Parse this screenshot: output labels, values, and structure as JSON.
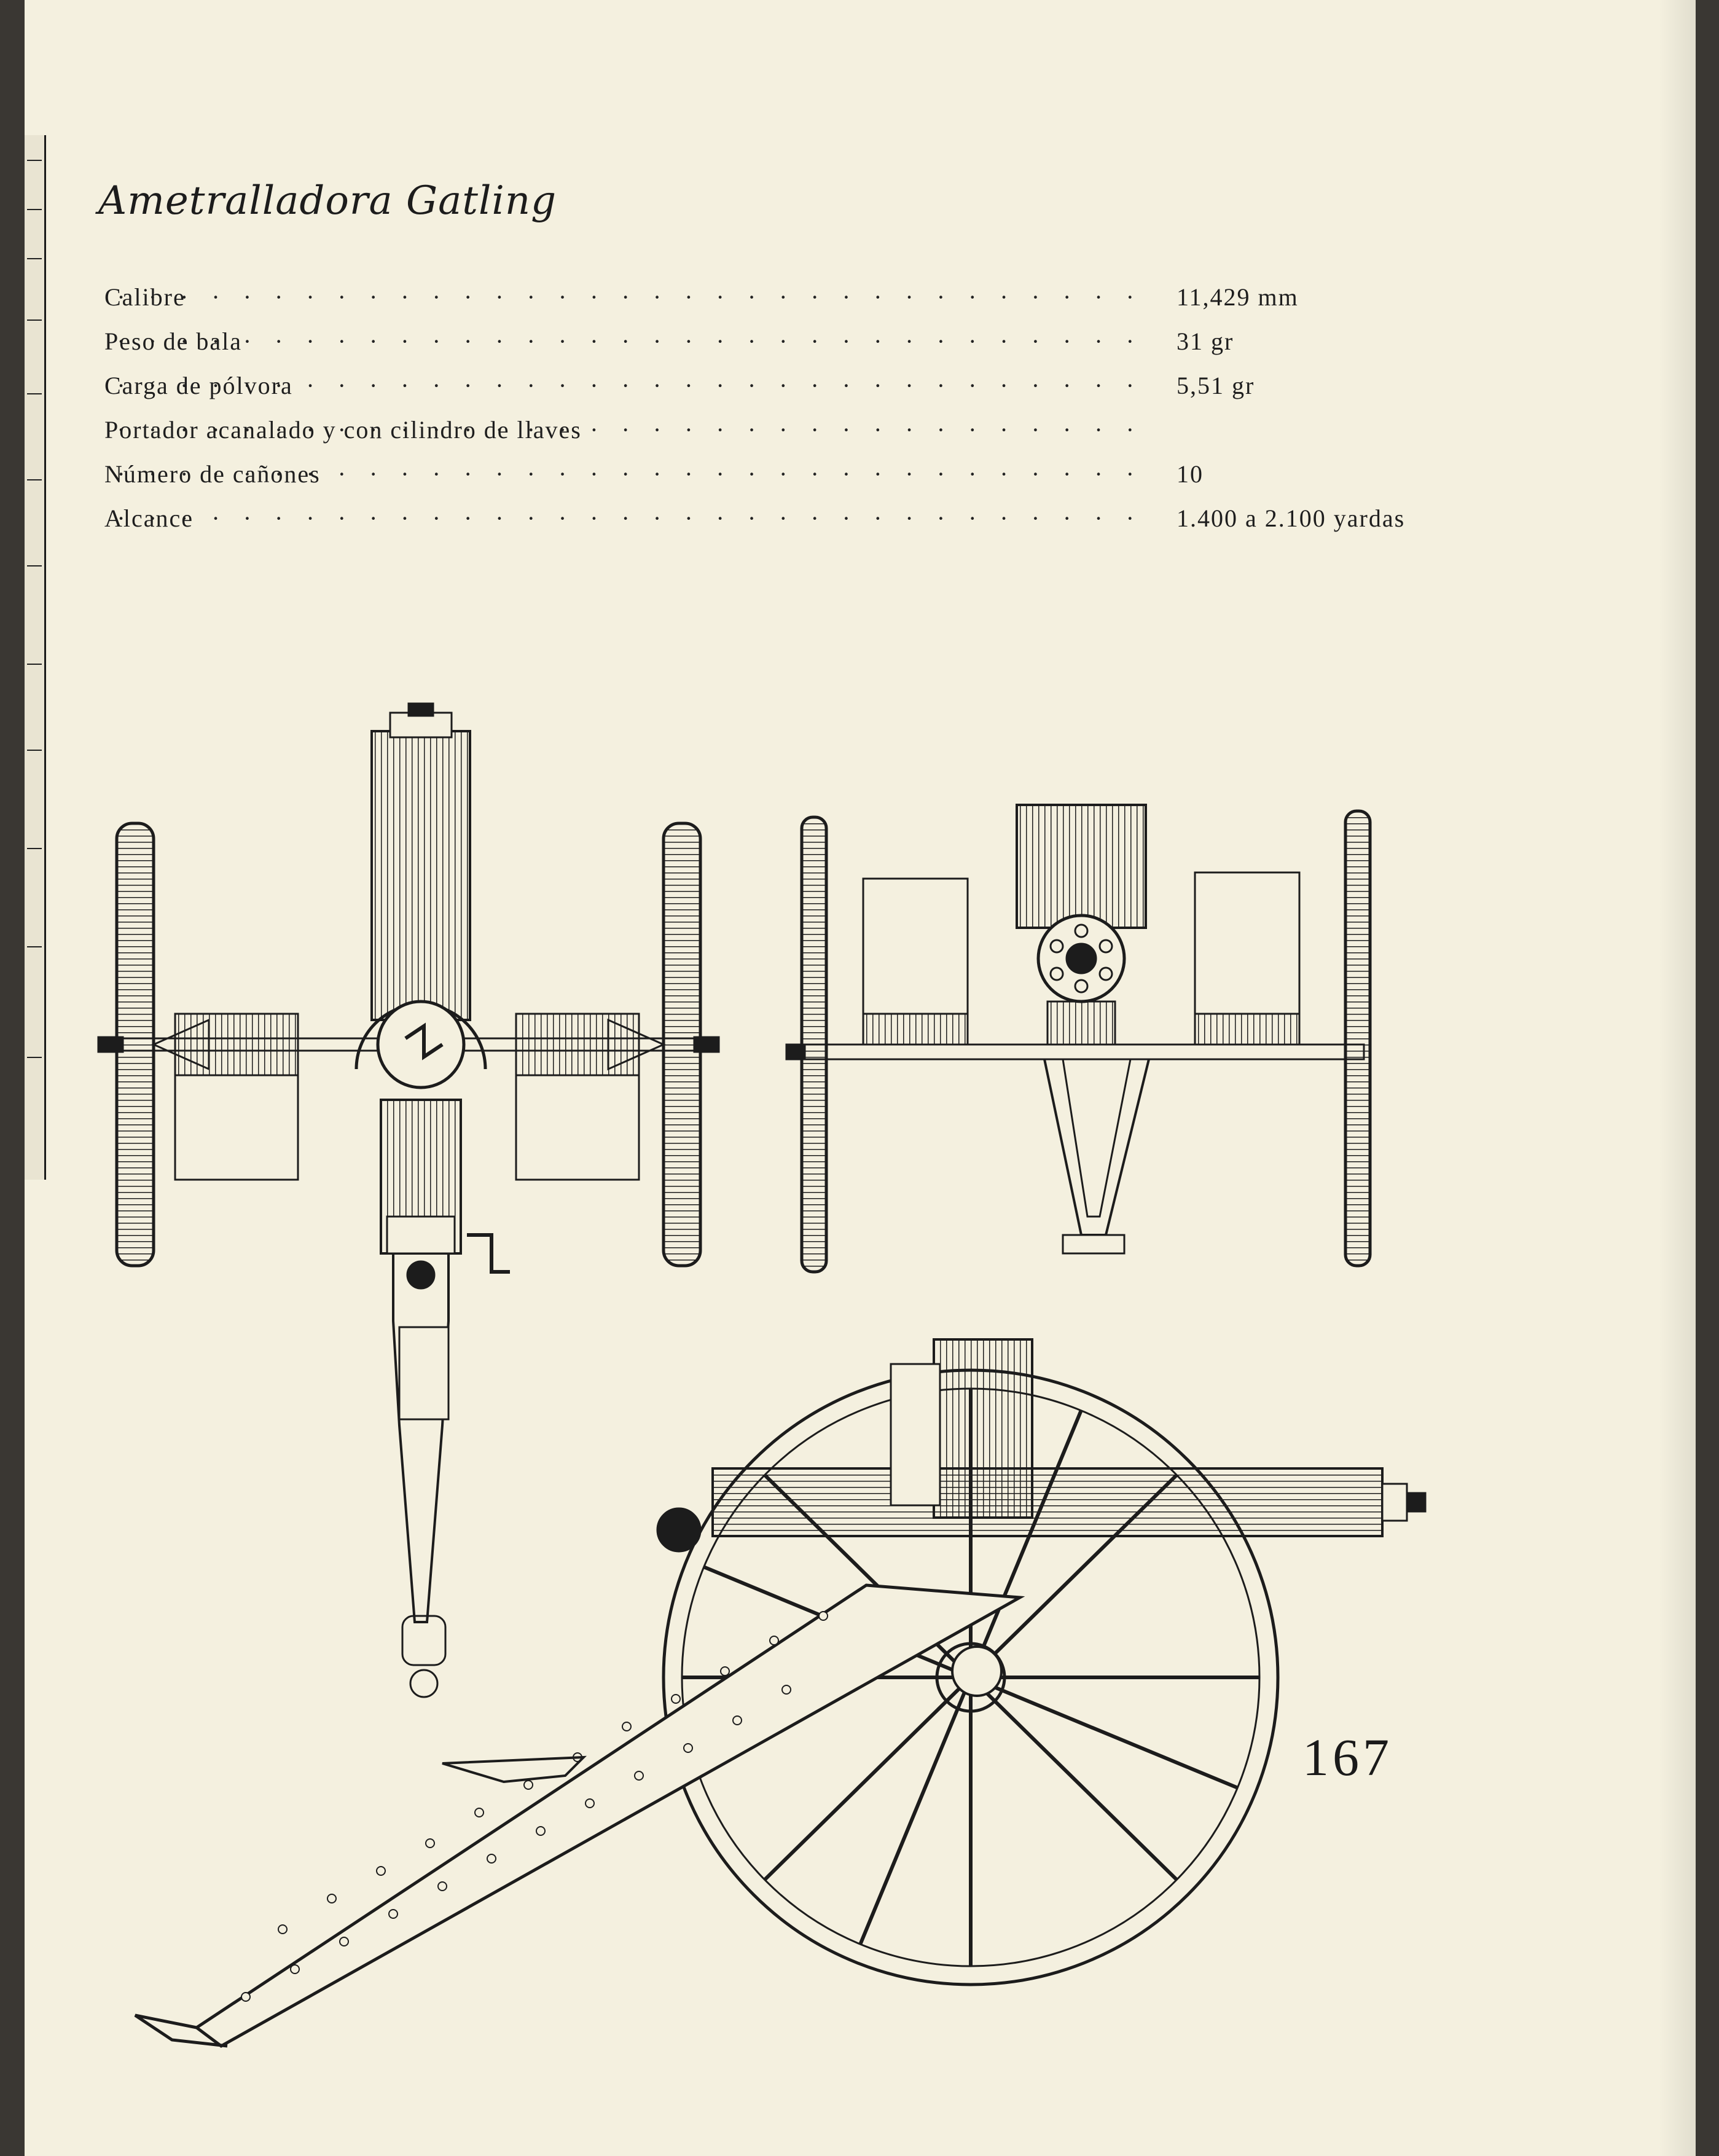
{
  "heading": "Ametralladora Gatling",
  "specs": [
    {
      "label": "Calibre",
      "value": "11,429 mm"
    },
    {
      "label": "Peso de bala",
      "value": "31 gr"
    },
    {
      "label": "Carga de pólvora",
      "value": "5,51 gr"
    },
    {
      "label": "Portador acanalado y con cilindro de llaves",
      "value": ""
    },
    {
      "label": "Número de cañones",
      "value": "10"
    },
    {
      "label": "Alcance",
      "value": "1.400 a 2.100 yardas"
    }
  ],
  "page_number": "167",
  "colors": {
    "paper": "#f4f0df",
    "ink": "#1c1c1c",
    "background": "#3a3733"
  },
  "figures": [
    "top-view",
    "front-view",
    "side-view"
  ]
}
